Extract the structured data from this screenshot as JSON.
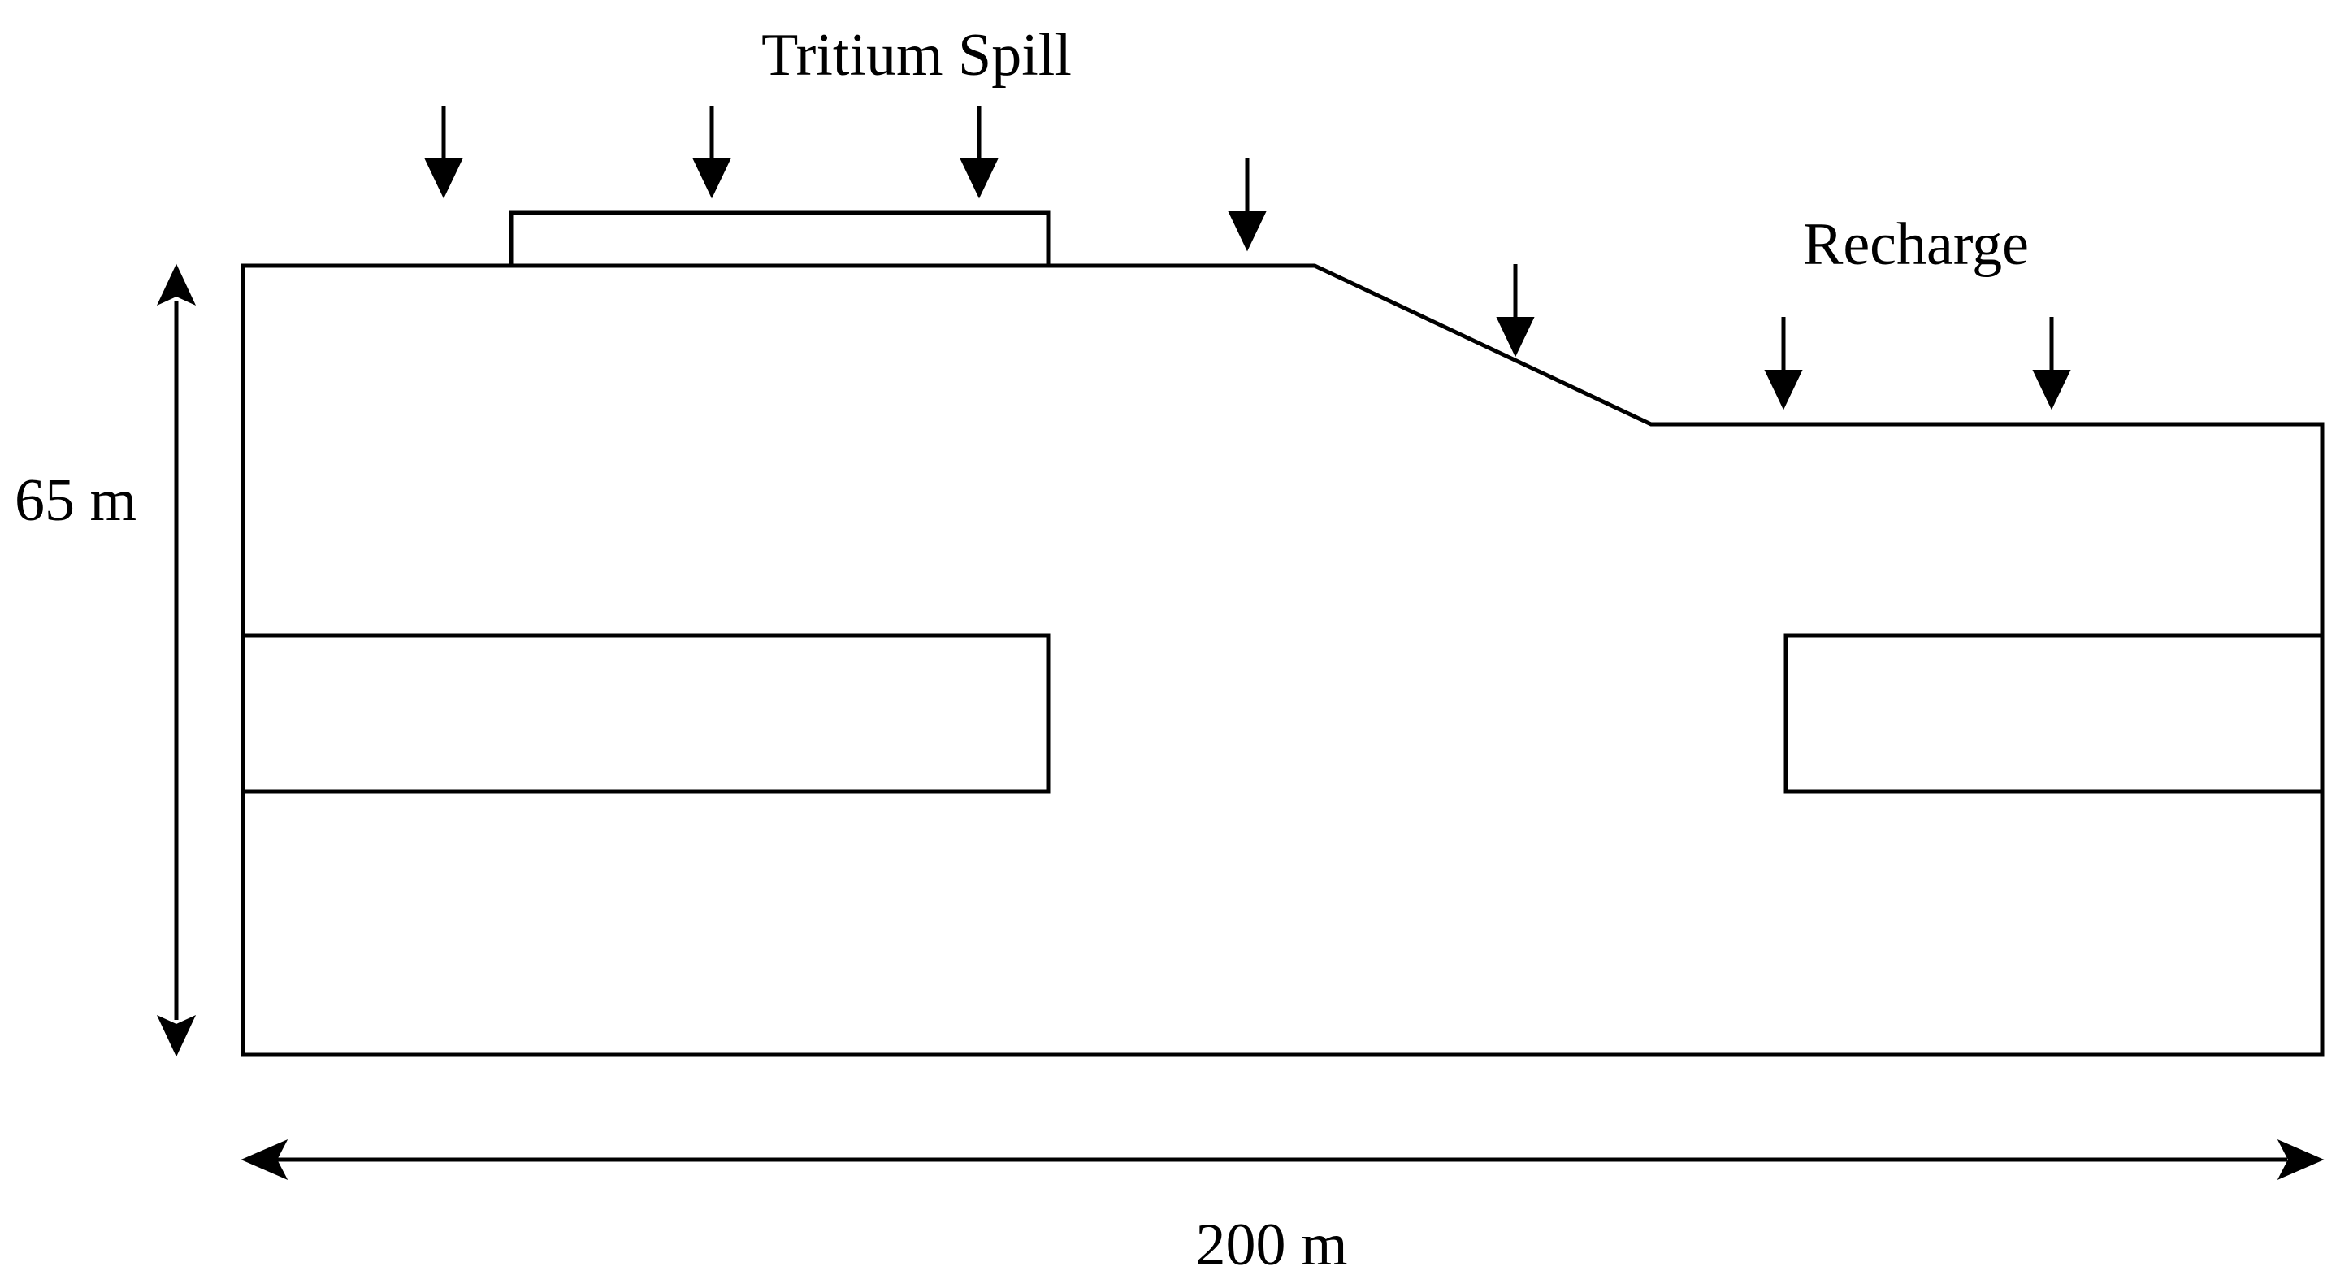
{
  "labels": {
    "spill": "Tritium Spill",
    "recharge": "Recharge",
    "height": "65 m",
    "width": "200 m"
  },
  "colors": {
    "line": "#000000",
    "background": "#ffffff"
  }
}
